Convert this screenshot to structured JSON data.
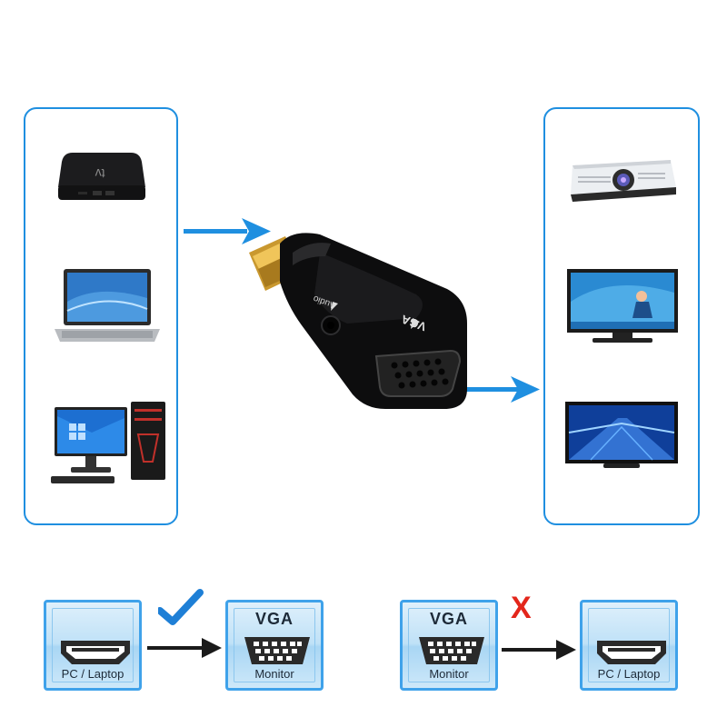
{
  "adapter": {
    "audio_label": "Audio",
    "vga_label": "VGA"
  },
  "sources": {
    "items": [
      "tv-box",
      "laptop",
      "desktop-pc"
    ]
  },
  "displays": {
    "items": [
      "projector",
      "monitor",
      "tv"
    ]
  },
  "diagram_ok": {
    "source_label": "PC / Laptop",
    "target_title": "VGA",
    "target_label": "Monitor",
    "status_mark": "check"
  },
  "diagram_bad": {
    "source_title": "VGA",
    "source_label": "Monitor",
    "status_mark": "X",
    "target_label": "PC / Laptop"
  },
  "colors": {
    "accent_blue": "#1f8fe0",
    "check_blue": "#1e7fd6",
    "cross_red": "#e3261b"
  }
}
